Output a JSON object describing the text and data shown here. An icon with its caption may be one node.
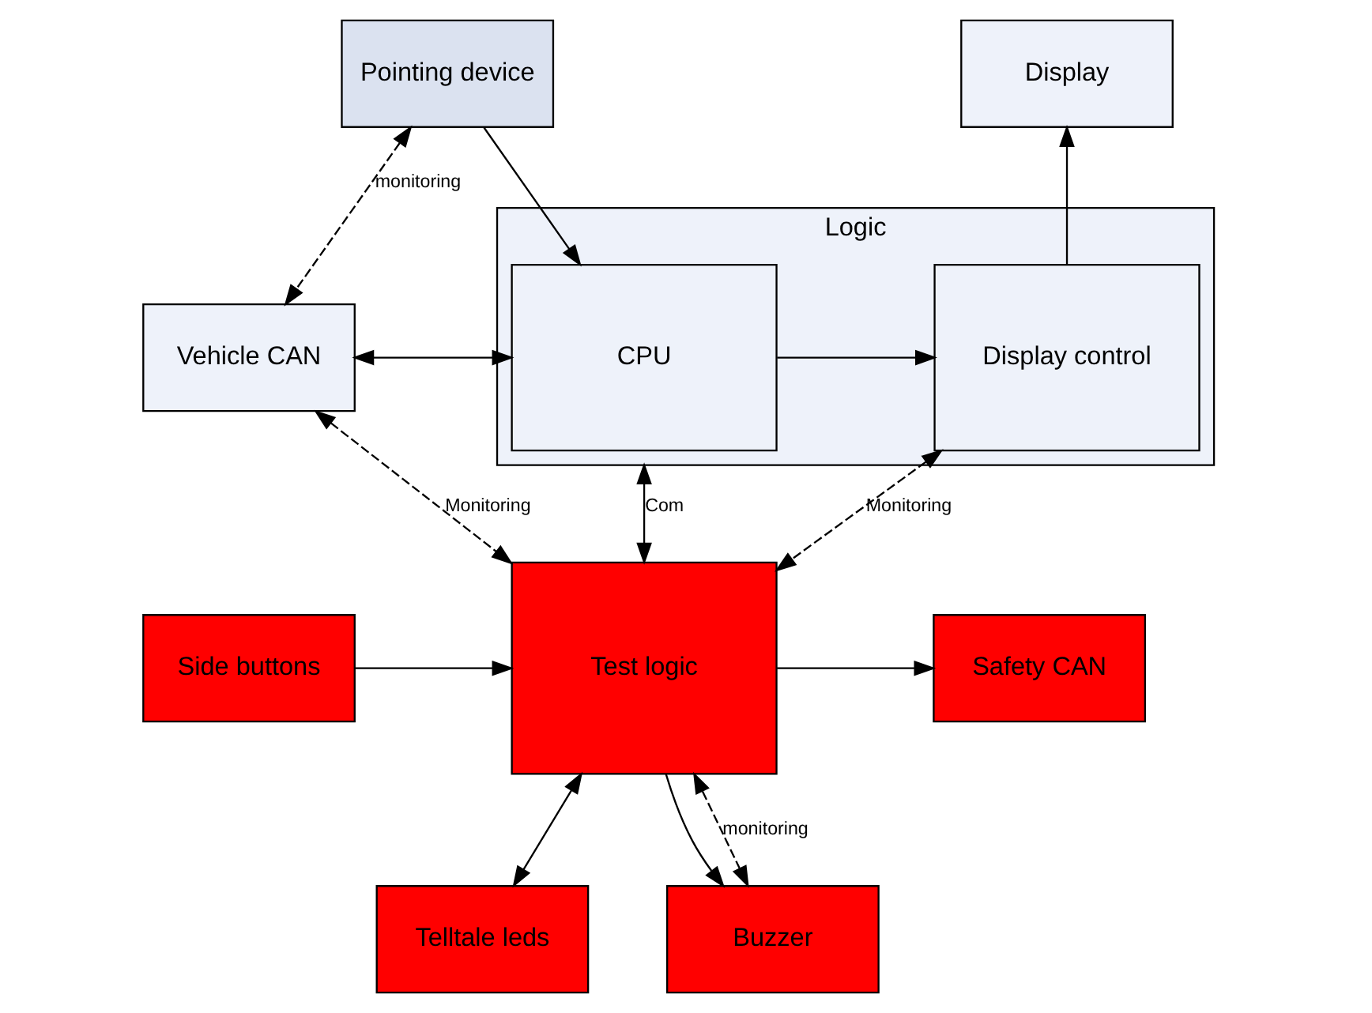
{
  "diagram": {
    "nodes": [
      {
        "text": [
          "Pointing device"
        ]
      },
      {
        "text": [
          "Logic"
        ]
      },
      {
        "text": [
          "Display control"
        ],
        "in": 1
      },
      {
        "text": [
          "CPU"
        ],
        "in": 1
      },
      {
        "text": [
          "Display"
        ]
      },
      {
        "text": [
          "Vehicle CAN"
        ]
      },
      {
        "text": [
          "Safety CAN"
        ]
      },
      {
        "text": [
          "Side buttons"
        ]
      },
      {
        "text": [
          "Test logic"
        ]
      },
      {
        "text": [
          "Telltale leds"
        ]
      },
      {
        "text": [
          "Buzzer"
        ]
      }
    ],
    "edges": [
      {
        "from": 0,
        "to": 3,
        "arrow": "to"
      },
      {
        "from": 3,
        "to": 2,
        "arrow": "to"
      },
      {
        "from": 2,
        "to": 4,
        "arrow": "to"
      },
      {
        "from": 0,
        "to": 5,
        "arrow": "both",
        "style": "dashed",
        "label": "monitoring"
      },
      {
        "from": 5,
        "to": 3,
        "arrow": "both"
      },
      {
        "from": 5,
        "to": 8,
        "arrow": "both",
        "style": "dashed",
        "label": "Monitoring"
      },
      {
        "from": 1,
        "to": 8,
        "arrow": "both",
        "label": "Com"
      },
      {
        "from": 2,
        "to": 8,
        "arrow": "both",
        "style": "dashed",
        "label": "Monitoring"
      },
      {
        "from": 8,
        "to": 6,
        "arrow": "to"
      },
      {
        "from": 7,
        "to": 8,
        "arrow": "to"
      },
      {
        "from": 8,
        "to": 9,
        "arrow": "both"
      },
      {
        "from": 8,
        "to": 10,
        "arrow": "to"
      },
      {
        "from": 8,
        "to": 10,
        "arrow": "both",
        "style": "dashed",
        "label": "monitoring"
      }
    ]
  }
}
